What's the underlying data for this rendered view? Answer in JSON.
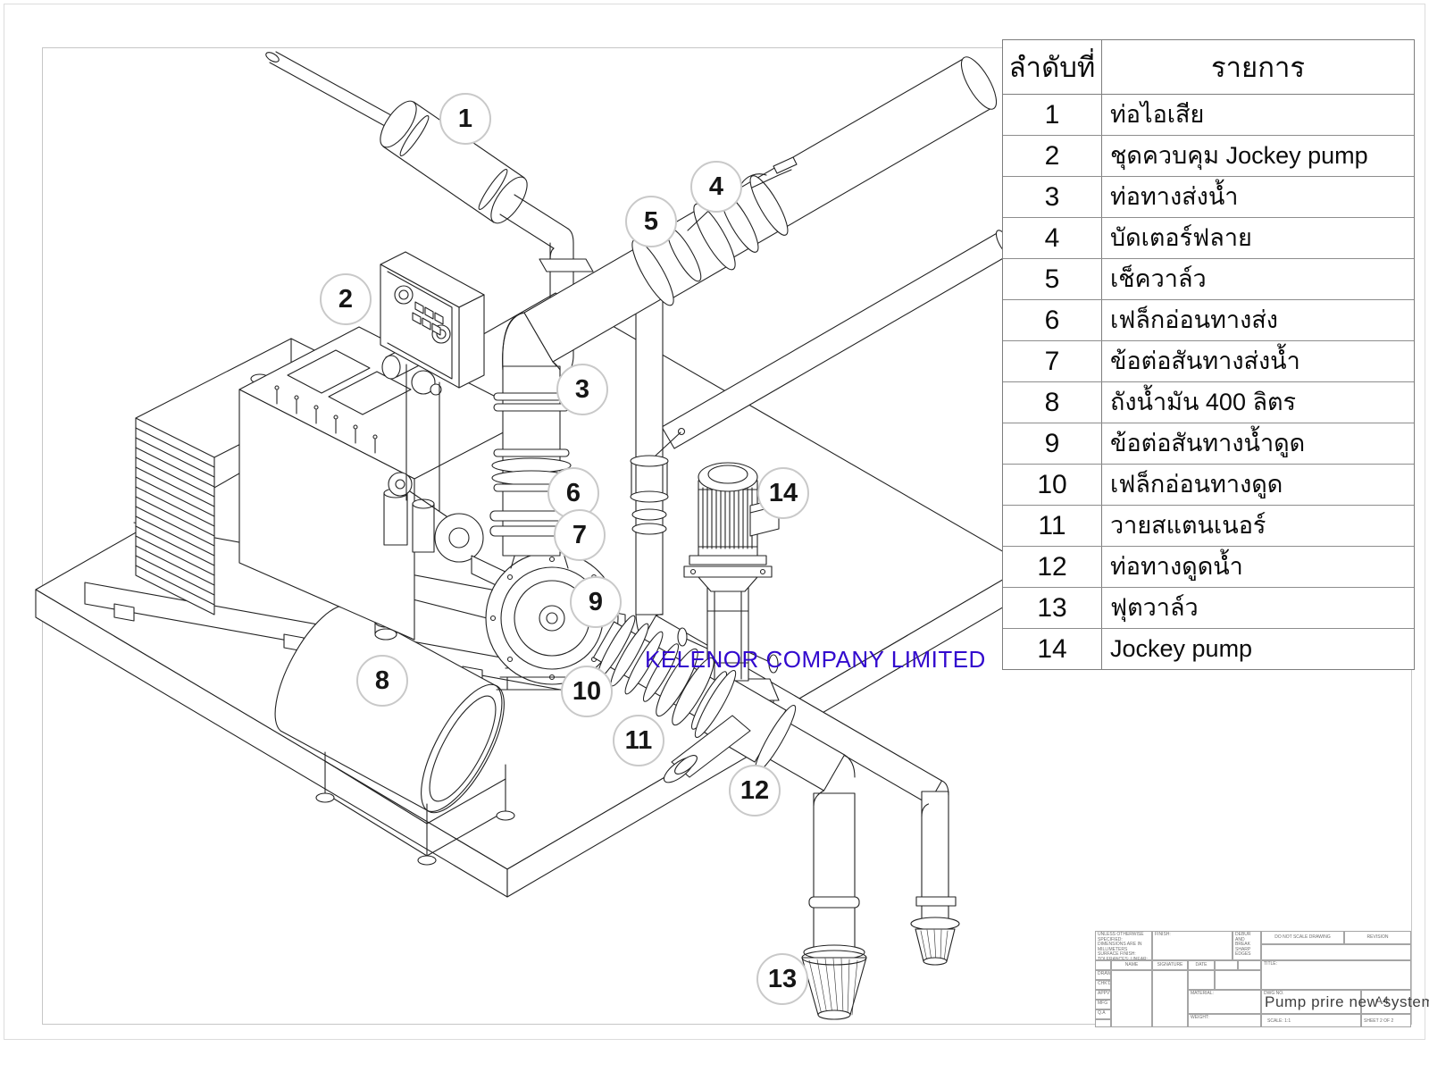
{
  "watermark": {
    "text": "KELENOR COMPANY LIMITED",
    "color": "#3209CE"
  },
  "parts_table": {
    "headers": {
      "no": "ลำดับที่",
      "item": "รายการ"
    },
    "rows": [
      {
        "no": "1",
        "name": "ท่อไอเสีย"
      },
      {
        "no": "2",
        "name": "ชุดควบคุม Jockey pump"
      },
      {
        "no": "3",
        "name": "ท่อทางส่งน้ำ"
      },
      {
        "no": "4",
        "name": "บัดเตอร์ฟลาย"
      },
      {
        "no": "5",
        "name": "เช็ควาล์ว"
      },
      {
        "no": "6",
        "name": "เฟล็กอ่อนทางส่ง"
      },
      {
        "no": "7",
        "name": "ข้อต่อสันทางส่งน้ำ"
      },
      {
        "no": "8",
        "name": "ถังน้ำมัน 400 ลิตร"
      },
      {
        "no": "9",
        "name": "ข้อต่อสันทางน้ำดูด"
      },
      {
        "no": "10",
        "name": "เฟล็กอ่อนทางดูด"
      },
      {
        "no": "11",
        "name": "วายสแตนเนอร์"
      },
      {
        "no": "12",
        "name": "ท่อทางดูดน้ำ"
      },
      {
        "no": "13",
        "name": "ฟุตวาล์ว"
      },
      {
        "no": "14",
        "name": "Jockey pump"
      }
    ]
  },
  "drawing": {
    "balloons": [
      "1",
      "2",
      "3",
      "4",
      "5",
      "6",
      "7",
      "8",
      "9",
      "10",
      "11",
      "12",
      "13",
      "14"
    ]
  },
  "title_block": {
    "tolerance_note": "UNLESS OTHERWISE SPECIFIED: DIMENSIONS ARE IN MILLIMETERS SURFACE FINISH: TOLERANCES: LINEAR: ANGULAR:",
    "finish_label": "FINISH:",
    "debur_note": "DEBUR AND BREAK SHARP EDGES",
    "do_not_scale": "DO NOT SCALE DRAWING",
    "revision_label": "REVISION",
    "col_name": "NAME",
    "col_signature": "SIGNATURE",
    "col_date": "DATE",
    "row_drawn": "DRAWN",
    "row_chkd": "CHK'D",
    "row_appvd": "APPV'D",
    "row_mfg": "MFG",
    "row_qa": "Q.A",
    "title_label": "TITLE:",
    "material_label": "MATERIAL:",
    "weight_label": "WEIGHT:",
    "dwg_no_label": "DWG NO.",
    "drawing_title": "Pump prire new system",
    "paper_size": "A4",
    "scale_label": "SCALE: 1:1",
    "sheet_label": "SHEET 2 OF 2"
  }
}
